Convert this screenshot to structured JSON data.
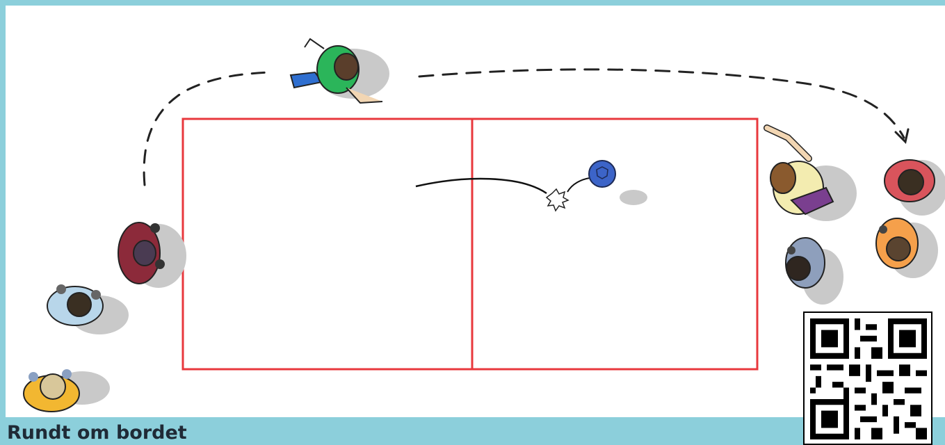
{
  "caption": "Rundt om bordet",
  "colors": {
    "page_background": "#8ccfdb",
    "court_lines": "#e8383d",
    "ball": "#3c64c8",
    "shadow": "#c9c9c9"
  },
  "players": [
    {
      "name": "runner-green",
      "shirt": "#2bb55a",
      "hair": "#5a3e2b"
    },
    {
      "name": "player-maroon",
      "shirt": "#8c2a3a",
      "hair": "#3a2a30"
    },
    {
      "name": "player-lightblue",
      "shirt": "#b8d6ea",
      "hair": "#3a2f22"
    },
    {
      "name": "player-yellow",
      "shirt": "#f2b731",
      "hair": "#d8c79a"
    },
    {
      "name": "player-purple-hit",
      "shirt": "#f3ecb0",
      "hair": "#8a5a2e"
    },
    {
      "name": "player-grey",
      "shirt": "#8e9fbc",
      "hair": "#2f2620"
    },
    {
      "name": "player-red",
      "shirt": "#d9545c",
      "hair": "#3a2f22"
    },
    {
      "name": "player-orange",
      "shirt": "#f5a04b",
      "hair": "#5a4430"
    }
  ],
  "icons": {
    "qr": "qr-code-icon",
    "ball": "ball-icon"
  }
}
